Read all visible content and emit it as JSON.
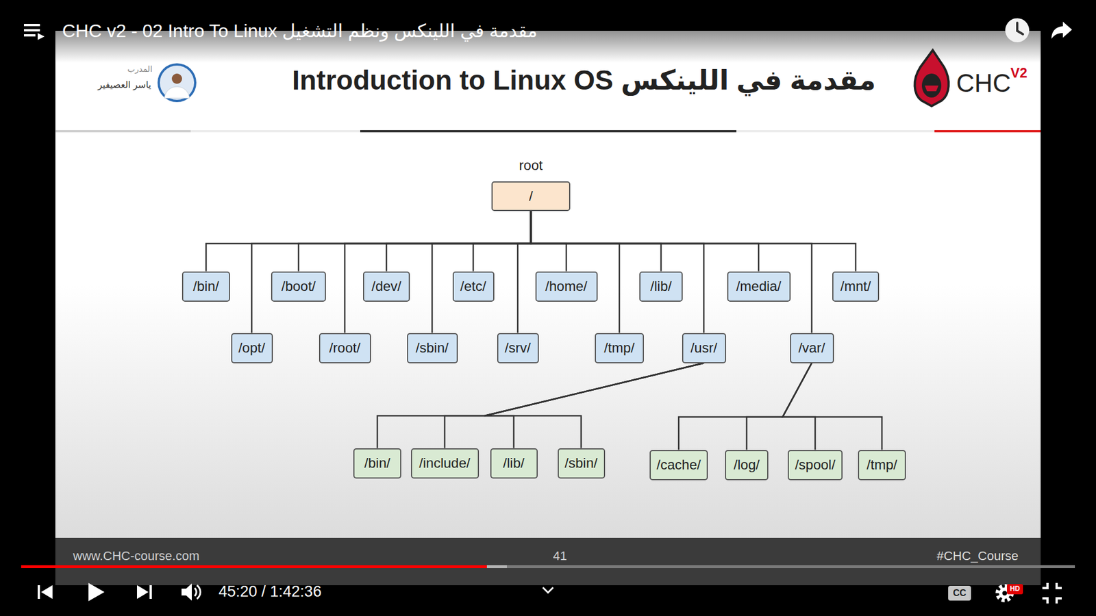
{
  "diagram": {
    "title": "Introduction to Linux OS مقدمة في اللينكس",
    "nodes": [
      {
        "text": [
          "root",
          "/"
        ]
      },
      {
        "text": [
          "/bin/"
        ]
      },
      {
        "text": [
          "/boot/"
        ]
      },
      {
        "text": [
          "/dev/"
        ]
      },
      {
        "text": [
          "/etc/"
        ]
      },
      {
        "text": [
          "/home/"
        ]
      },
      {
        "text": [
          "/lib/"
        ]
      },
      {
        "text": [
          "/media/"
        ]
      },
      {
        "text": [
          "/mnt/"
        ]
      },
      {
        "text": [
          "/opt/"
        ]
      },
      {
        "text": [
          "/root/"
        ]
      },
      {
        "text": [
          "/sbin/"
        ]
      },
      {
        "text": [
          "/srv/"
        ]
      },
      {
        "text": [
          "/tmp/"
        ]
      },
      {
        "text": [
          "/usr/"
        ]
      },
      {
        "text": [
          "/var/"
        ]
      },
      {
        "text": [
          "/bin/"
        ]
      },
      {
        "text": [
          "/include/"
        ]
      },
      {
        "text": [
          "/lib/"
        ]
      },
      {
        "text": [
          "/sbin/"
        ]
      },
      {
        "text": [
          "/cache/"
        ]
      },
      {
        "text": [
          "/log/"
        ]
      },
      {
        "text": [
          "/spool/"
        ]
      },
      {
        "text": [
          "/tmp/"
        ]
      }
    ],
    "edges": [
      {
        "from": 0,
        "to": 1,
        "arrow": "none"
      },
      {
        "from": 0,
        "to": 2,
        "arrow": "none"
      },
      {
        "from": 0,
        "to": 3,
        "arrow": "none"
      },
      {
        "from": 0,
        "to": 4,
        "arrow": "none"
      },
      {
        "from": 0,
        "to": 5,
        "arrow": "none"
      },
      {
        "from": 0,
        "to": 6,
        "arrow": "none"
      },
      {
        "from": 0,
        "to": 7,
        "arrow": "none"
      },
      {
        "from": 0,
        "to": 8,
        "arrow": "none"
      },
      {
        "from": 0,
        "to": 9,
        "arrow": "none"
      },
      {
        "from": 0,
        "to": 10,
        "arrow": "none"
      },
      {
        "from": 0,
        "to": 11,
        "arrow": "none"
      },
      {
        "from": 0,
        "to": 12,
        "arrow": "none"
      },
      {
        "from": 0,
        "to": 13,
        "arrow": "none"
      },
      {
        "from": 0,
        "to": 14,
        "arrow": "none"
      },
      {
        "from": 0,
        "to": 15,
        "arrow": "none"
      },
      {
        "from": 14,
        "to": 16,
        "arrow": "none"
      },
      {
        "from": 14,
        "to": 17,
        "arrow": "none"
      },
      {
        "from": 14,
        "to": 18,
        "arrow": "none"
      },
      {
        "from": 14,
        "to": 19,
        "arrow": "none"
      },
      {
        "from": 15,
        "to": 20,
        "arrow": "none"
      },
      {
        "from": 15,
        "to": 21,
        "arrow": "none"
      },
      {
        "from": 15,
        "to": 22,
        "arrow": "none"
      },
      {
        "from": 15,
        "to": 23,
        "arrow": "none"
      }
    ],
    "labels": [
      "CHC v2 - 02 Intro To Linux مقدمة في اللينكس ونظم التشغيل",
      "المدرب",
      "ياسر العصيفير",
      "CHC",
      "V2",
      "www.CHC-course.com",
      "41",
      "#CHC_Course",
      "45:20 / 1:42:36",
      "CC",
      "HD"
    ]
  }
}
